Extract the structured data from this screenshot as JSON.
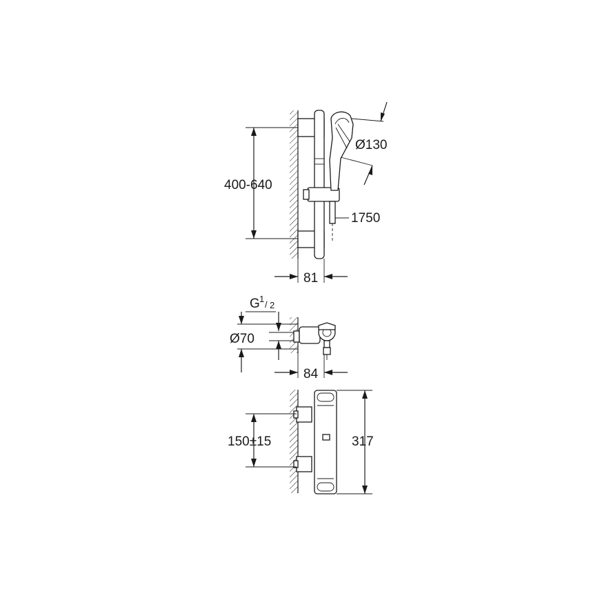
{
  "dimensions": {
    "rail_height": "400-640",
    "head_diameter": "Ø130",
    "hose_length": "1750",
    "rail_projection": "81",
    "thread_main": "G",
    "thread_num": "1",
    "thread_den": "2",
    "flange_diameter": "Ø70",
    "valve_projection": "84",
    "inlet_spacing": "150±15",
    "valve_height": "317"
  }
}
